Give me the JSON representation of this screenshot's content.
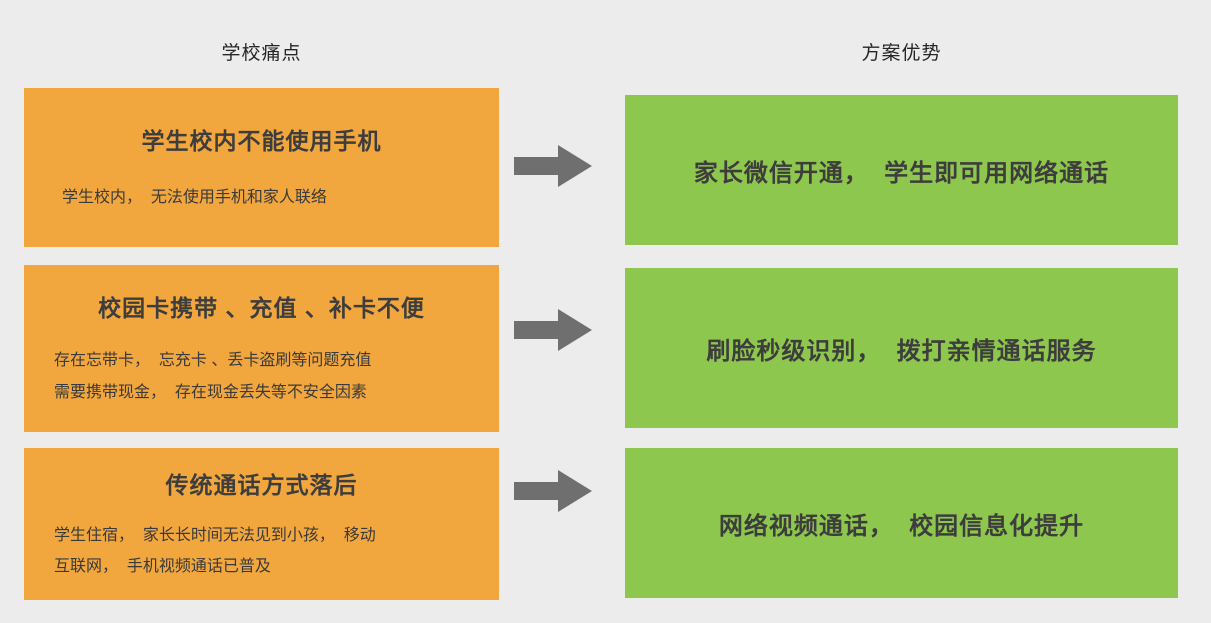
{
  "headers": {
    "left": "学校痛点",
    "right": "方案优势"
  },
  "rows": [
    {
      "pain": {
        "title": "学生校内不能使用手机",
        "desc": "学生校内，  无法使用手机和家人联络"
      },
      "advantage": "家长微信开通，  学生即可用网络通话"
    },
    {
      "pain": {
        "title": "校园卡携带 、充值 、补卡不便",
        "desc": "存在忘带卡，  忘充卡 、丢卡盗刷等问题充值\n需要携带现金，  存在现金丢失等不安全因素"
      },
      "advantage": "刷脸秒级识别，  拨打亲情通话服务"
    },
    {
      "pain": {
        "title": "传统通话方式落后",
        "desc": "学生住宿，  家长长时间无法见到小孩，  移动\n互联网，  手机视频通话已普及"
      },
      "advantage": "网络视频通话，  校园信息化提升"
    }
  ],
  "colors": {
    "pain_bg": "#F1A73E",
    "advantage_bg": "#8EC74D",
    "arrow": "#6F6F6F",
    "canvas_bg": "#ECECEC",
    "text_dark": "#3D3D3D"
  }
}
